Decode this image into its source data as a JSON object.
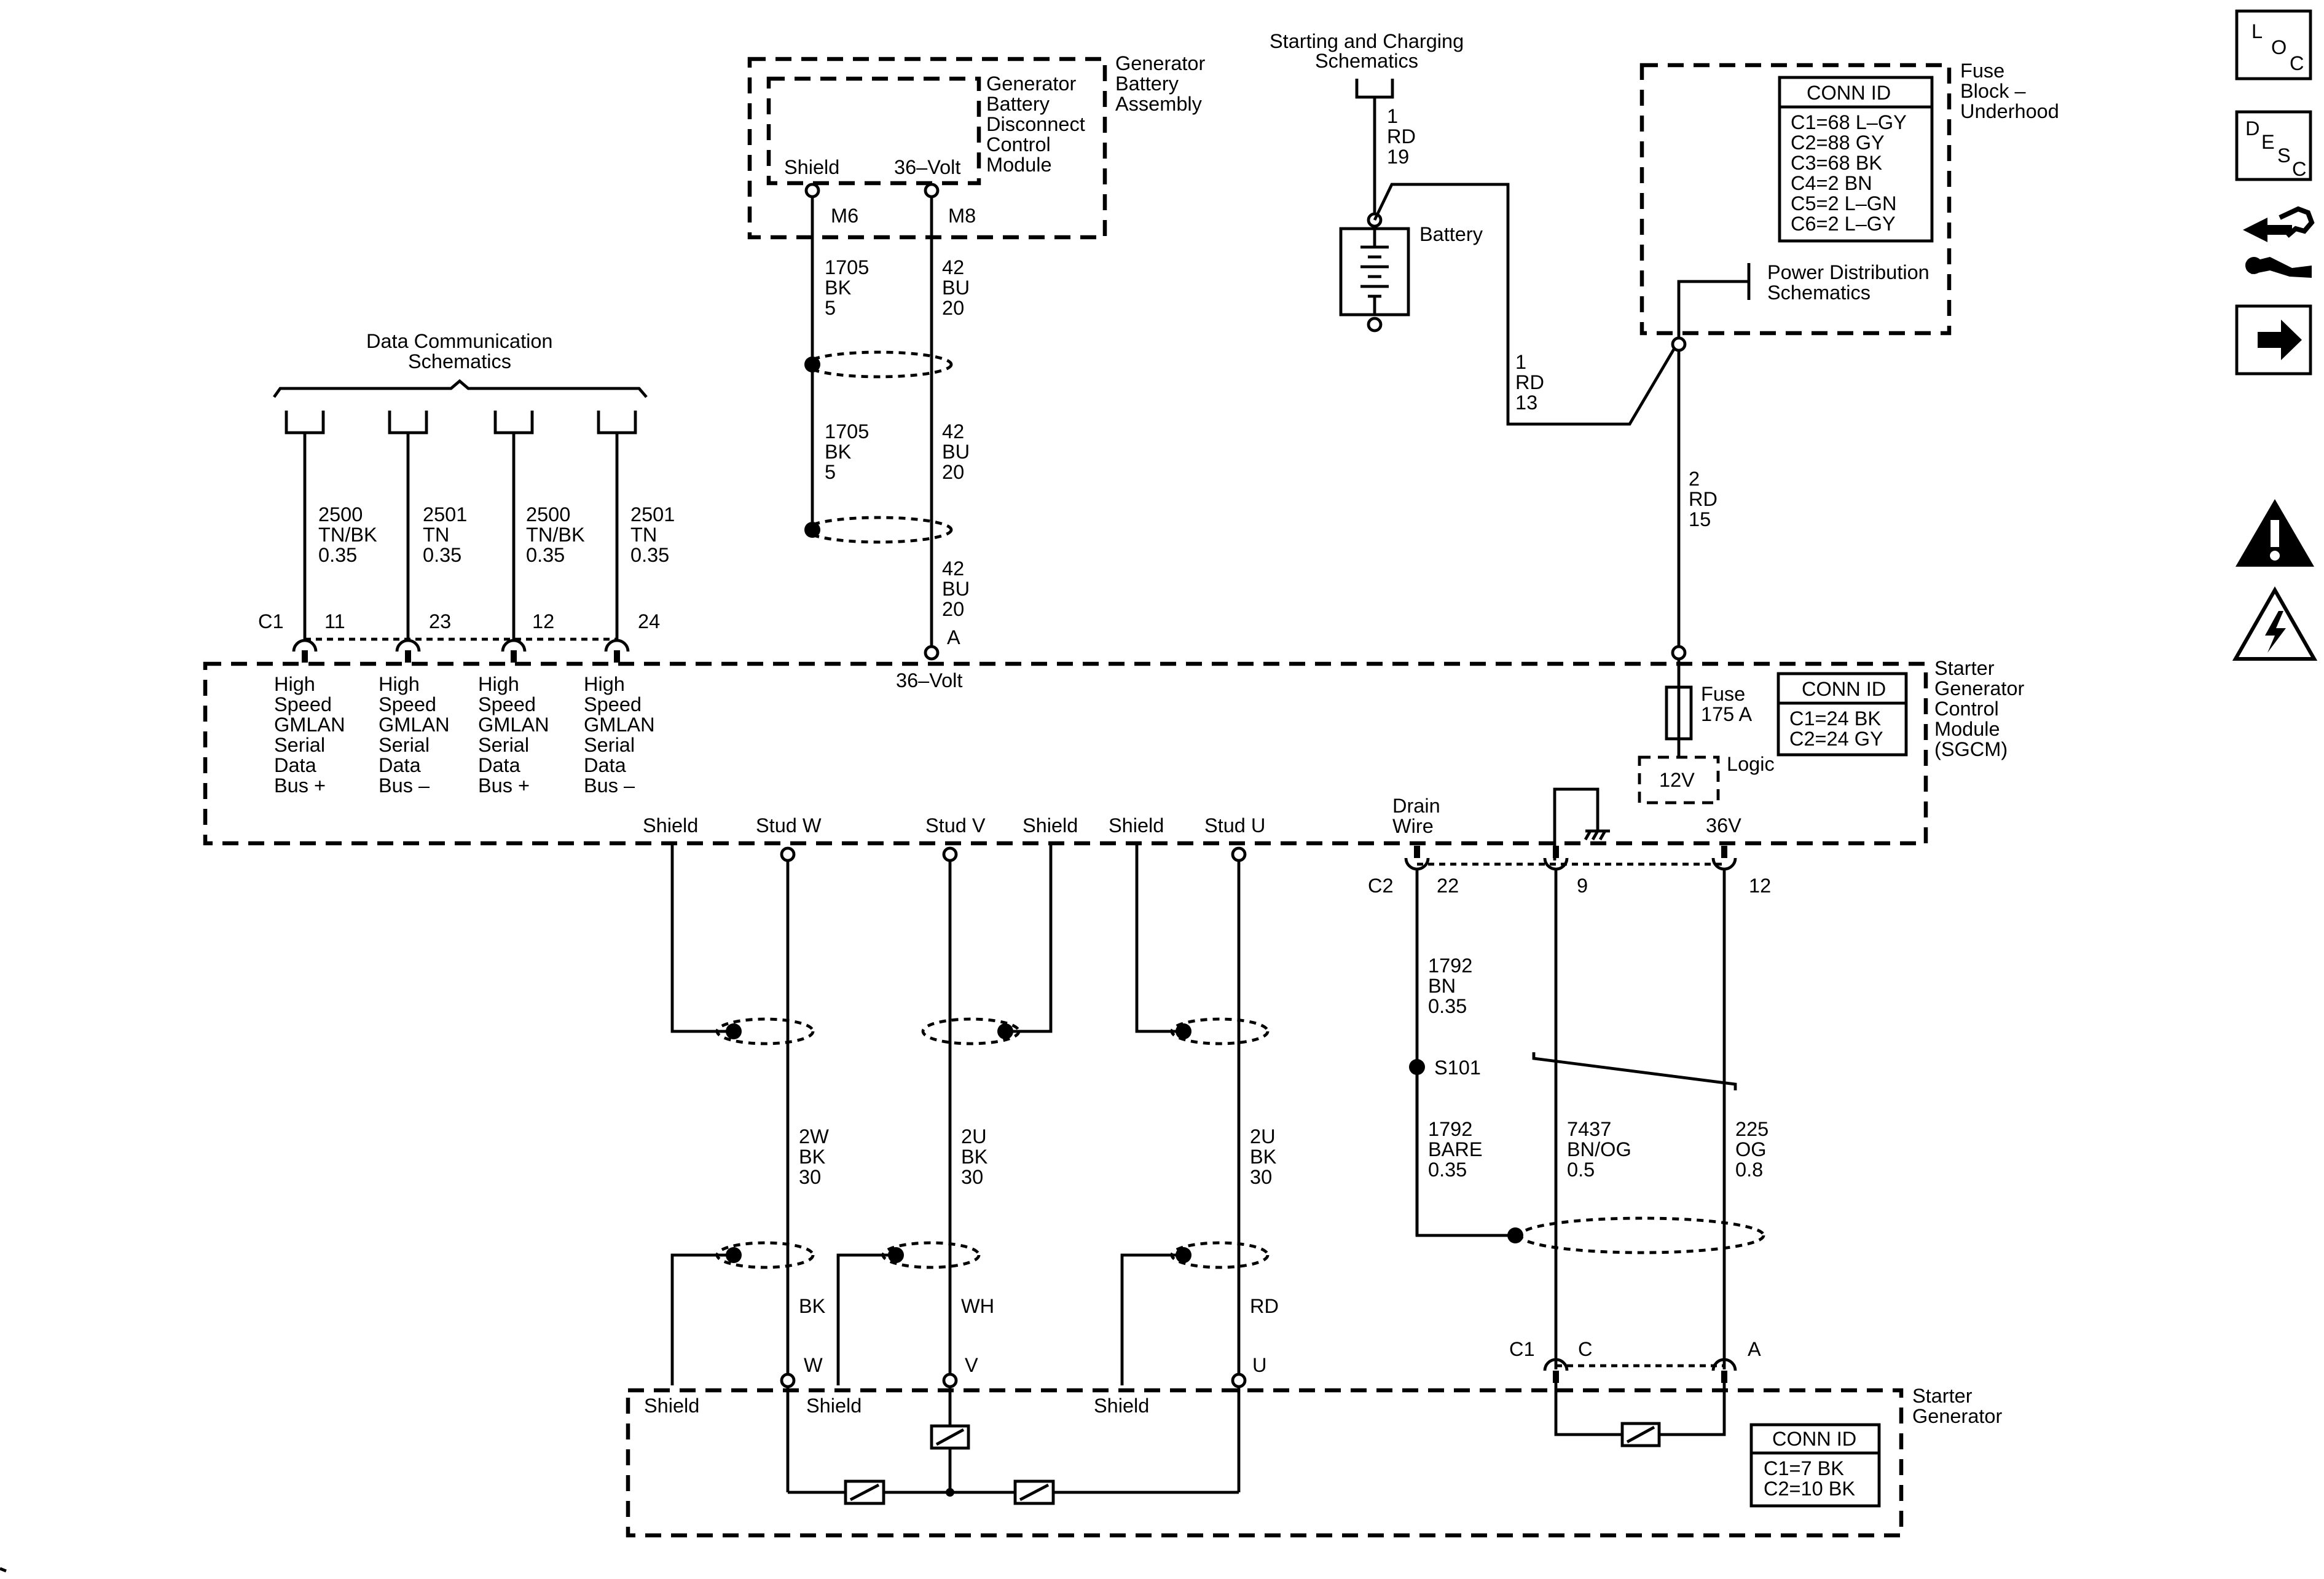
{
  "generator_battery_assembly": {
    "module_label": [
      "Generator",
      "Battery",
      "Disconnect",
      "Control",
      "Module"
    ],
    "assembly_label": [
      "Generator",
      "Battery",
      "Assembly"
    ],
    "pin_shield_label": "Shield",
    "pin_36v_label": "36–Volt",
    "pin_m6": "M6",
    "pin_m8": "M8"
  },
  "wires_gbdcm": {
    "shield_upper": [
      "1705",
      "BK",
      "5"
    ],
    "shield_lower": [
      "1705",
      "BK",
      "5"
    ],
    "v36_upper": [
      "42",
      "BU",
      "20"
    ],
    "v36_middle": [
      "42",
      "BU",
      "20"
    ],
    "v36_lower": [
      "42",
      "BU",
      "20"
    ],
    "pin_a": "A",
    "pin_a_label": "36–Volt"
  },
  "starting_charging": {
    "label": [
      "Starting and Charging",
      "Schematics"
    ],
    "wire": [
      "1",
      "RD",
      "19"
    ],
    "battery_label": "Battery",
    "wire_to_fuse": [
      "1",
      "RD",
      "13"
    ]
  },
  "fuse_block": {
    "label": [
      "Fuse",
      "Block –",
      "Underhood"
    ],
    "conn_title": "CONN ID",
    "conn_rows": [
      "C1=68 L–GY",
      "C2=88 GY",
      "C3=68 BK",
      "C4=2 BN",
      "C5=2 L–GN",
      "C6=2 L–GY"
    ],
    "power_dist": [
      "Power Distribution",
      "Schematics"
    ],
    "wire_out": [
      "2",
      "RD",
      "15"
    ]
  },
  "data_comm": {
    "label": [
      "Data Communication",
      "Schematics"
    ],
    "connector": "C1",
    "wires": [
      {
        "circuit": "2500",
        "color": "TN/BK",
        "size": "0.35",
        "pin": "11",
        "desc": [
          "High",
          "Speed",
          "GMLAN",
          "Serial",
          "Data",
          "Bus +"
        ]
      },
      {
        "circuit": "2501",
        "color": "TN",
        "size": "0.35",
        "pin": "23",
        "desc": [
          "High",
          "Speed",
          "GMLAN",
          "Serial",
          "Data",
          "Bus –"
        ]
      },
      {
        "circuit": "2500",
        "color": "TN/BK",
        "size": "0.35",
        "pin": "12",
        "desc": [
          "High",
          "Speed",
          "GMLAN",
          "Serial",
          "Data",
          "Bus +"
        ]
      },
      {
        "circuit": "2501",
        "color": "TN",
        "size": "0.35",
        "pin": "24",
        "desc": [
          "High",
          "Speed",
          "GMLAN",
          "Serial",
          "Data",
          "Bus –"
        ]
      }
    ]
  },
  "sgcm": {
    "label": [
      "Starter",
      "Generator",
      "Control",
      "Module",
      "(SGCM)"
    ],
    "conn_title": "CONN ID",
    "conn_rows": [
      "C1=24 BK",
      "C2=24 GY"
    ],
    "fuse_label": [
      "Fuse",
      "175 A"
    ],
    "v12_label": "12V",
    "logic_label": "Logic",
    "bottom_labels": {
      "shield_w": "Shield",
      "stud_w": "Stud W",
      "stud_v": "Stud V",
      "shield_v": "Shield",
      "shield_u": "Shield",
      "stud_u": "Stud U",
      "drain_wire": [
        "Drain",
        "Wire"
      ],
      "v36": "36V"
    },
    "c2_connector": "C2",
    "c2_pins": [
      "22",
      "9",
      "12"
    ]
  },
  "phase_wires": {
    "w": [
      "2W",
      "BK",
      "30"
    ],
    "v": [
      "2U",
      "BK",
      "30"
    ],
    "u": [
      "2U",
      "BK",
      "30"
    ],
    "w_color": "BK",
    "v_color": "WH",
    "u_color": "RD"
  },
  "drain_circuit": {
    "upper": [
      "1792",
      "BN",
      "0.35"
    ],
    "splice": "S101",
    "lower": [
      "1792",
      "BARE",
      "0.35"
    ],
    "mid_wire": [
      "7437",
      "BN/OG",
      "0.5"
    ],
    "right_wire": [
      "225",
      "OG",
      "0.8"
    ]
  },
  "starter_generator": {
    "label": [
      "Starter",
      "Generator"
    ],
    "pin_w": "W",
    "pin_v": "V",
    "pin_u": "U",
    "shield_labels": [
      "Shield",
      "Shield",
      "Shield"
    ],
    "c1_connector": "C1",
    "pin_c": "C",
    "pin_a": "A",
    "conn_title": "CONN ID",
    "conn_rows": [
      "C1=7 BK",
      "C2=10 BK"
    ]
  },
  "sidebar": {
    "loc": {
      "a": "L",
      "b": "O",
      "c": "C"
    },
    "desc": {
      "a": "D",
      "b": "E",
      "c": "S",
      "d": "C"
    }
  }
}
